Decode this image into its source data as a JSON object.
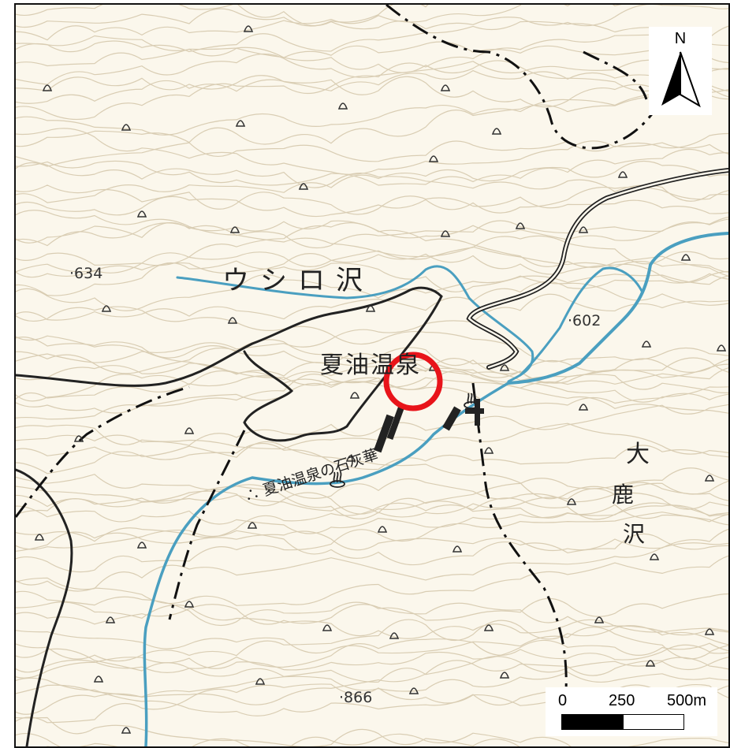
{
  "north_arrow": {
    "letter": "N",
    "icon": "north-arrow-icon"
  },
  "scale_bar": {
    "ticks": [
      "0",
      "250",
      "500m"
    ],
    "colors": {
      "filled": "#000000",
      "empty": "#ffffff"
    }
  },
  "labels": {
    "stream_ushiro": "ウシロ沢",
    "onsen_name": "夏油温泉",
    "sekkaika": "∴ 夏油温泉の石灰華",
    "stream_okashika": [
      "大",
      "鹿",
      "沢"
    ]
  },
  "elevations": {
    "e634": "·634",
    "e602": "·602",
    "e866": "·866"
  },
  "colors": {
    "paper": "#fbf7ec",
    "contour": "#d9cdb3",
    "river": "#4a9fc0",
    "road": "#222222",
    "boundary": "#111111",
    "marker": "#e8141a"
  },
  "icons": [
    "conifer-forest-symbol",
    "hot-spring-symbol",
    "location-circle-marker"
  ]
}
